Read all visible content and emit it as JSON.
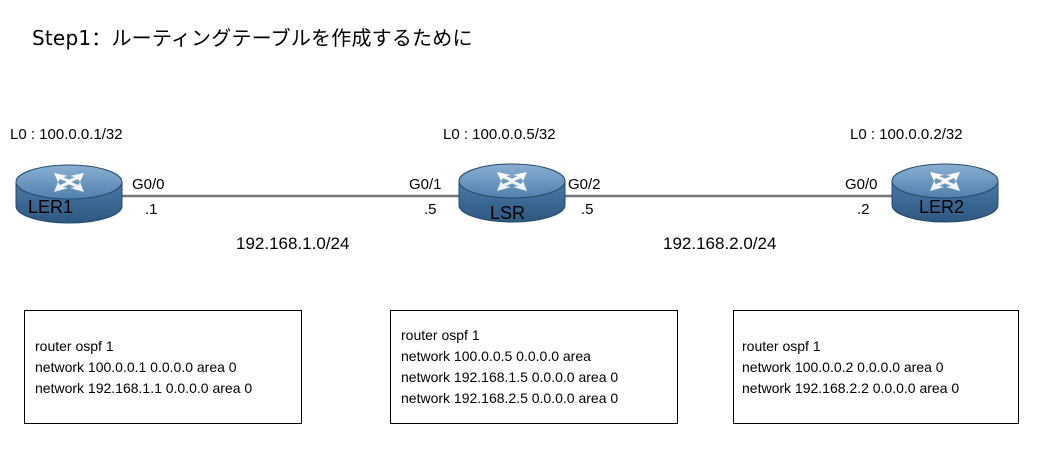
{
  "title": "Step1：ルーティングテーブルを作成するために",
  "routers": {
    "ler1": {
      "name": "LER1",
      "loopback": "L0 : 100.0.0.1/32",
      "port": "G0/0",
      "ip_suffix": ".1"
    },
    "lsr": {
      "name": "LSR",
      "loopback": "L0 : 100.0.0.5/32",
      "port_left": "G0/1",
      "ip_left": ".5",
      "port_right": "G0/2",
      "ip_right": ".5"
    },
    "ler2": {
      "name": "LER2",
      "loopback": "L0 : 100.0.0.2/32",
      "port": "G0/0",
      "ip_suffix": ".2"
    }
  },
  "links": {
    "left_network": "192.168.1.0/24",
    "right_network": "192.168.2.0/24"
  },
  "configs": {
    "ler1": [
      "router ospf 1",
      "network 100.0.0.1 0.0.0.0 area 0",
      "network 192.168.1.1 0.0.0.0 area 0"
    ],
    "lsr": [
      "router ospf 1",
      "network 100.0.0.5 0.0.0.0 area",
      "network 192.168.1.5 0.0.0.0 area 0",
      "network 192.168.2.5 0.0.0.0 area 0"
    ],
    "ler2": [
      "router ospf 1",
      "network 100.0.0.2 0.0.0.0 area 0",
      "network 192.168.2.2 0.0.0.0 area 0"
    ]
  },
  "colors": {
    "router_body": "#3f6f9b",
    "router_top": "#6f99c0",
    "router_dark": "#2c557c",
    "link": "#777777"
  },
  "icons": {
    "router": "router-icon"
  }
}
